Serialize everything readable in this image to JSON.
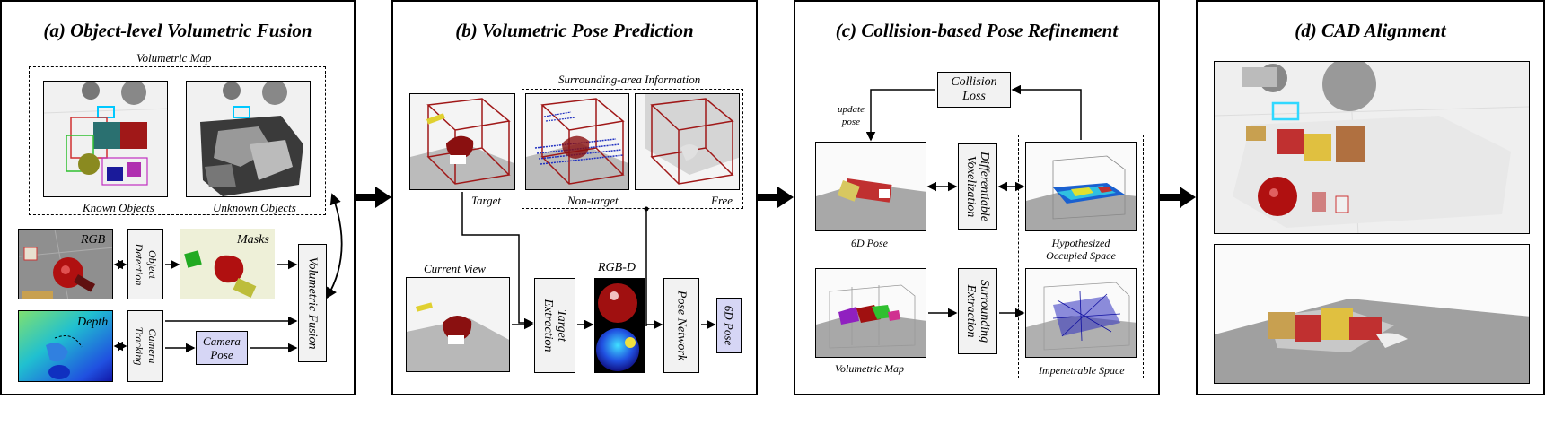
{
  "panels": {
    "a": {
      "title": "(a) Object-level Volumetric Fusion",
      "volumetric_map_label": "Volumetric Map",
      "known_objects": "Known Objects",
      "unknown_objects": "Unknown Objects",
      "rgb": "RGB",
      "masks": "Masks",
      "depth": "Depth",
      "object_detection": "Object Detection",
      "camera_tracking": "Camera Tracking",
      "camera_pose": "Camera Pose",
      "volumetric_fusion": "Volumetric Fusion"
    },
    "b": {
      "title": "(b) Volumetric Pose Prediction",
      "surrounding_info": "Surrounding-area Information",
      "target": "Target",
      "non_target": "Non-target",
      "free": "Free",
      "current_view": "Current View",
      "rgbd": "RGB-D",
      "target_extraction": "Target Extraction",
      "pose_network": "Pose Network",
      "six_d_pose": "6D Pose"
    },
    "c": {
      "title": "(c) Collision-based Pose Refinement",
      "collision_loss": "Collision Loss",
      "update_pose": "update pose",
      "six_d_pose": "6D Pose",
      "diff_vox": "Differentiable Voxelization",
      "hyp_occupied": "Hypothesized Occupied Space",
      "volumetric_map": "Volumetric Map",
      "surrounding_extraction": "Surrounding Extraction",
      "impenetrable": "Impenetrable Space"
    },
    "d": {
      "title": "(d) CAD Alignment"
    }
  },
  "colors": {
    "blue_box": "#d6d6f5",
    "gray_box": "#f2f2f2",
    "wire_red": "#a01818"
  }
}
